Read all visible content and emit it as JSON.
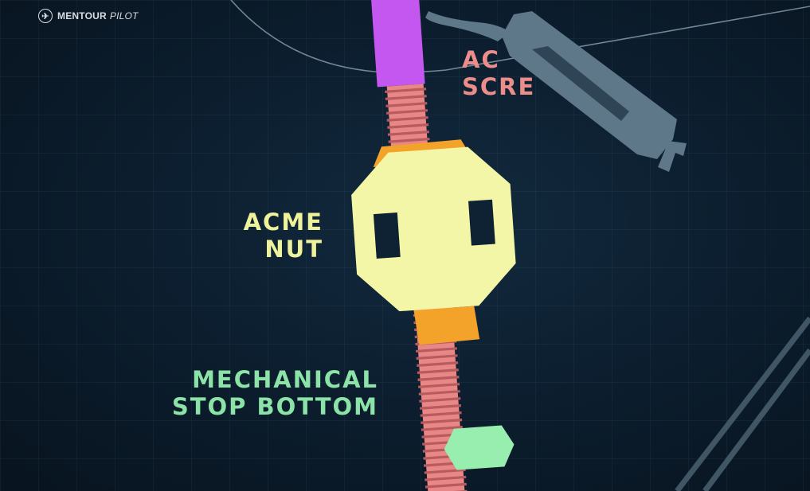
{
  "brand": {
    "logo_mark": "✈",
    "name": "MENTOUR",
    "name_suffix": "PILOT"
  },
  "labels": {
    "screw_line1": "AC",
    "screw_line2": "SCRE",
    "nut_line1": "ACME",
    "nut_line2": "NUT",
    "stop_line1": "MECHANICAL",
    "stop_line2": "STOP BOTTOM"
  },
  "colors": {
    "background": "#0b1c2c",
    "torque_tube": "#c457f0",
    "screw_thread": "#e88886",
    "thread_groove": "#b85a5e",
    "nut_body": "#f4f6a7",
    "nut_backing": "#f3a22a",
    "stop": "#98eeaf",
    "actuator_silhouette": "#5f7889",
    "nut_label": "#eef29a",
    "stop_label": "#8be3a8",
    "screw_label": "#ec8d8b"
  },
  "icons": [
    "plane-logo-icon",
    "actuator-silhouette-icon"
  ]
}
